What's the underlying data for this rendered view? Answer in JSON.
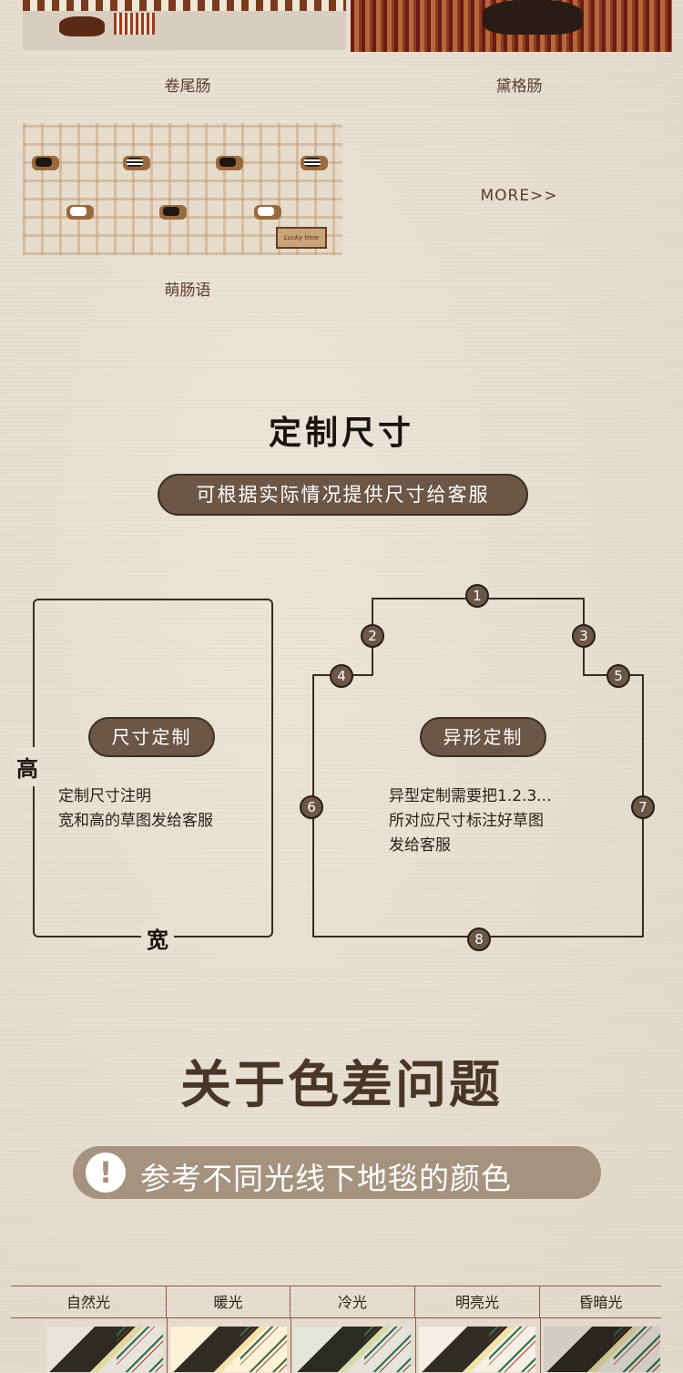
{
  "products": [
    {
      "name": "卷尾肠"
    },
    {
      "name": "黛格肠"
    },
    {
      "name": "萌肠语",
      "tag_text": "Lucky time"
    }
  ],
  "more_link": "MORE>>",
  "custom_size": {
    "title": "定制尺寸",
    "subtitle": "可根据实际情况提供尺寸给客服",
    "standard": {
      "label": "尺寸定制",
      "height_label": "高",
      "width_label": "宽",
      "lines": [
        "定制尺寸注明",
        "宽和高的草图发给客服"
      ]
    },
    "irregular": {
      "label": "异形定制",
      "lines": [
        "异型定制需要把1.2.3...",
        "所对应尺寸标注好草图",
        "发给客服"
      ],
      "markers": [
        "1",
        "2",
        "3",
        "4",
        "5",
        "6",
        "7",
        "8"
      ]
    }
  },
  "color_diff": {
    "title": "关于色差问题",
    "notice_icon": "!",
    "notice": "参考不同光线下地毯的颜色",
    "columns": [
      "自然光",
      "暖光",
      "冷光",
      "明亮光",
      "昏暗光"
    ]
  },
  "colors": {
    "accent": "#6c5646",
    "text_brown": "#5b3b2e",
    "notice_bg": "#a6937f"
  }
}
